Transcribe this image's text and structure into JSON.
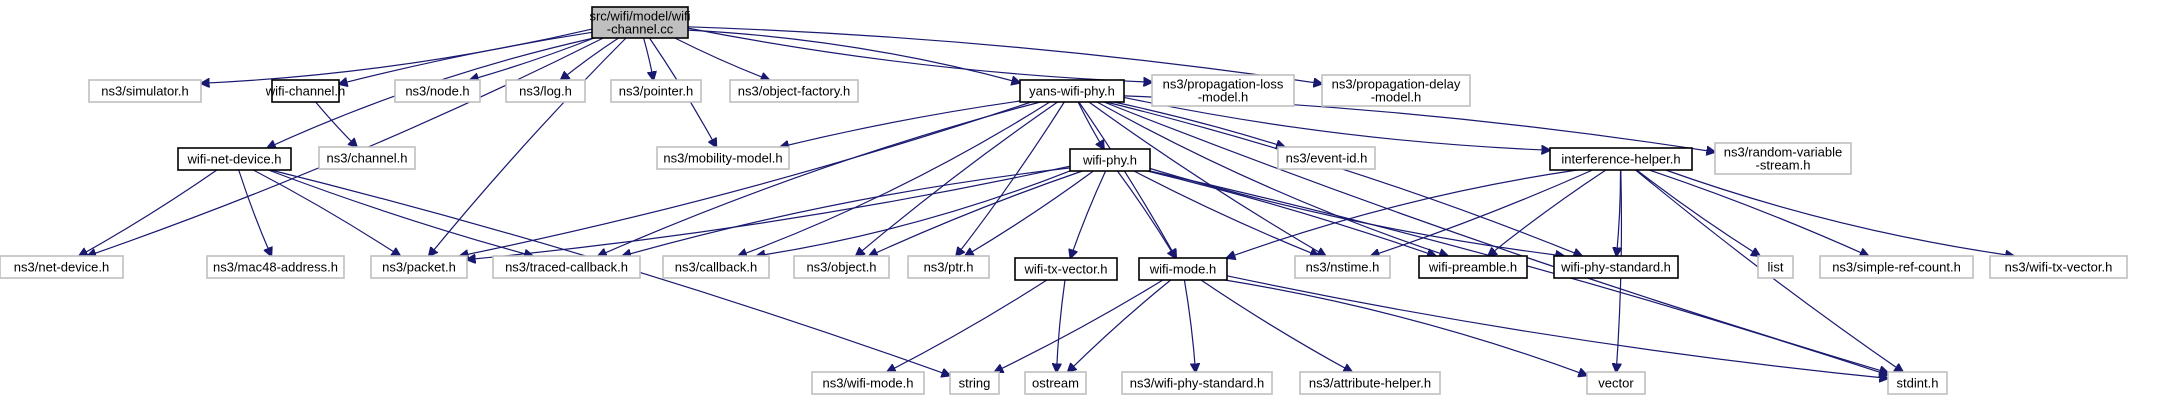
{
  "diagram": {
    "colors": {
      "edge": "#191970",
      "root_fill": "#bfbfbf",
      "root_stroke": "#000000",
      "documented_stroke": "#000000",
      "external_stroke": "#bfbfbf",
      "node_fill": "#ffffff"
    },
    "nodes": [
      {
        "id": "root",
        "lines": [
          "src/wifi/model/wifi",
          "-channel.cc"
        ],
        "kind": "root"
      },
      {
        "id": "simulator",
        "lines": [
          "ns3/simulator.h"
        ],
        "kind": "external"
      },
      {
        "id": "wifichannel",
        "lines": [
          "wifi-channel.h"
        ],
        "kind": "documented"
      },
      {
        "id": "node",
        "lines": [
          "ns3/node.h"
        ],
        "kind": "external"
      },
      {
        "id": "log",
        "lines": [
          "ns3/log.h"
        ],
        "kind": "external"
      },
      {
        "id": "pointer",
        "lines": [
          "ns3/pointer.h"
        ],
        "kind": "external"
      },
      {
        "id": "objfactory",
        "lines": [
          "ns3/object-factory.h"
        ],
        "kind": "external"
      },
      {
        "id": "yans",
        "lines": [
          "yans-wifi-phy.h"
        ],
        "kind": "documented"
      },
      {
        "id": "proploss",
        "lines": [
          "ns3/propagation-loss",
          "-model.h"
        ],
        "kind": "external"
      },
      {
        "id": "propdelay",
        "lines": [
          "ns3/propagation-delay",
          "-model.h"
        ],
        "kind": "external"
      },
      {
        "id": "channel",
        "lines": [
          "ns3/channel.h"
        ],
        "kind": "external"
      },
      {
        "id": "wifinetdev",
        "lines": [
          "wifi-net-device.h"
        ],
        "kind": "documented"
      },
      {
        "id": "mobility",
        "lines": [
          "ns3/mobility-model.h"
        ],
        "kind": "external"
      },
      {
        "id": "wifiphy",
        "lines": [
          "wifi-phy.h"
        ],
        "kind": "documented"
      },
      {
        "id": "eventid",
        "lines": [
          "ns3/event-id.h"
        ],
        "kind": "external"
      },
      {
        "id": "interference",
        "lines": [
          "interference-helper.h"
        ],
        "kind": "documented"
      },
      {
        "id": "randvar",
        "lines": [
          "ns3/random-variable",
          "-stream.h"
        ],
        "kind": "external"
      },
      {
        "id": "netdevice",
        "lines": [
          "ns3/net-device.h"
        ],
        "kind": "external"
      },
      {
        "id": "mac48",
        "lines": [
          "ns3/mac48-address.h"
        ],
        "kind": "external"
      },
      {
        "id": "packet",
        "lines": [
          "ns3/packet.h"
        ],
        "kind": "external"
      },
      {
        "id": "traced",
        "lines": [
          "ns3/traced-callback.h"
        ],
        "kind": "external"
      },
      {
        "id": "callback",
        "lines": [
          "ns3/callback.h"
        ],
        "kind": "external"
      },
      {
        "id": "object",
        "lines": [
          "ns3/object.h"
        ],
        "kind": "external"
      },
      {
        "id": "ptr",
        "lines": [
          "ns3/ptr.h"
        ],
        "kind": "external"
      },
      {
        "id": "txvector",
        "lines": [
          "wifi-tx-vector.h"
        ],
        "kind": "documented"
      },
      {
        "id": "wifimode",
        "lines": [
          "wifi-mode.h"
        ],
        "kind": "documented"
      },
      {
        "id": "nstime",
        "lines": [
          "ns3/nstime.h"
        ],
        "kind": "external"
      },
      {
        "id": "preamble",
        "lines": [
          "wifi-preamble.h"
        ],
        "kind": "documented"
      },
      {
        "id": "phystd",
        "lines": [
          "wifi-phy-standard.h"
        ],
        "kind": "documented"
      },
      {
        "id": "list",
        "lines": [
          "list"
        ],
        "kind": "external"
      },
      {
        "id": "simplerefcount",
        "lines": [
          "ns3/simple-ref-count.h"
        ],
        "kind": "external"
      },
      {
        "id": "ns3txvector",
        "lines": [
          "ns3/wifi-tx-vector.h"
        ],
        "kind": "external"
      },
      {
        "id": "ns3wifimode",
        "lines": [
          "ns3/wifi-mode.h"
        ],
        "kind": "external"
      },
      {
        "id": "string",
        "lines": [
          "string"
        ],
        "kind": "external"
      },
      {
        "id": "ostream",
        "lines": [
          "ostream"
        ],
        "kind": "external"
      },
      {
        "id": "ns3phystd",
        "lines": [
          "ns3/wifi-phy-standard.h"
        ],
        "kind": "external"
      },
      {
        "id": "attrhelper",
        "lines": [
          "ns3/attribute-helper.h"
        ],
        "kind": "external"
      },
      {
        "id": "vector",
        "lines": [
          "vector"
        ],
        "kind": "external"
      },
      {
        "id": "stdint",
        "lines": [
          "stdint.h"
        ],
        "kind": "external"
      }
    ],
    "edges": [
      [
        "root",
        "simulator"
      ],
      [
        "root",
        "wifichannel"
      ],
      [
        "root",
        "node"
      ],
      [
        "root",
        "log"
      ],
      [
        "root",
        "pointer"
      ],
      [
        "root",
        "objfactory"
      ],
      [
        "root",
        "yans"
      ],
      [
        "root",
        "proploss"
      ],
      [
        "root",
        "propdelay"
      ],
      [
        "root",
        "wifinetdev"
      ],
      [
        "root",
        "netdevice"
      ],
      [
        "root",
        "packet"
      ],
      [
        "root",
        "mobility"
      ],
      [
        "wifichannel",
        "channel"
      ],
      [
        "wifinetdev",
        "netdevice"
      ],
      [
        "wifinetdev",
        "mac48"
      ],
      [
        "wifinetdev",
        "packet"
      ],
      [
        "wifinetdev",
        "traced"
      ],
      [
        "wifinetdev",
        "string"
      ],
      [
        "yans",
        "mobility"
      ],
      [
        "yans",
        "packet"
      ],
      [
        "yans",
        "traced"
      ],
      [
        "yans",
        "callback"
      ],
      [
        "yans",
        "object"
      ],
      [
        "yans",
        "ptr"
      ],
      [
        "yans",
        "wifiphy"
      ],
      [
        "yans",
        "wifimode"
      ],
      [
        "yans",
        "nstime"
      ],
      [
        "yans",
        "eventid"
      ],
      [
        "yans",
        "preamble"
      ],
      [
        "yans",
        "phystd"
      ],
      [
        "yans",
        "interference"
      ],
      [
        "yans",
        "randvar"
      ],
      [
        "yans",
        "stdint"
      ],
      [
        "wifiphy",
        "packet"
      ],
      [
        "wifiphy",
        "traced"
      ],
      [
        "wifiphy",
        "callback"
      ],
      [
        "wifiphy",
        "object"
      ],
      [
        "wifiphy",
        "ptr"
      ],
      [
        "wifiphy",
        "txvector"
      ],
      [
        "wifiphy",
        "wifimode"
      ],
      [
        "wifiphy",
        "nstime"
      ],
      [
        "wifiphy",
        "preamble"
      ],
      [
        "wifiphy",
        "phystd"
      ],
      [
        "wifiphy",
        "stdint"
      ],
      [
        "interference",
        "wifimode"
      ],
      [
        "interference",
        "nstime"
      ],
      [
        "interference",
        "preamble"
      ],
      [
        "interference",
        "phystd"
      ],
      [
        "interference",
        "list"
      ],
      [
        "interference",
        "simplerefcount"
      ],
      [
        "interference",
        "ns3txvector"
      ],
      [
        "interference",
        "vector"
      ],
      [
        "interference",
        "stdint"
      ],
      [
        "txvector",
        "ns3wifimode"
      ],
      [
        "txvector",
        "ostream"
      ],
      [
        "wifimode",
        "string"
      ],
      [
        "wifimode",
        "ostream"
      ],
      [
        "wifimode",
        "ns3phystd"
      ],
      [
        "wifimode",
        "attrhelper"
      ],
      [
        "wifimode",
        "vector"
      ],
      [
        "wifimode",
        "stdint"
      ]
    ]
  }
}
